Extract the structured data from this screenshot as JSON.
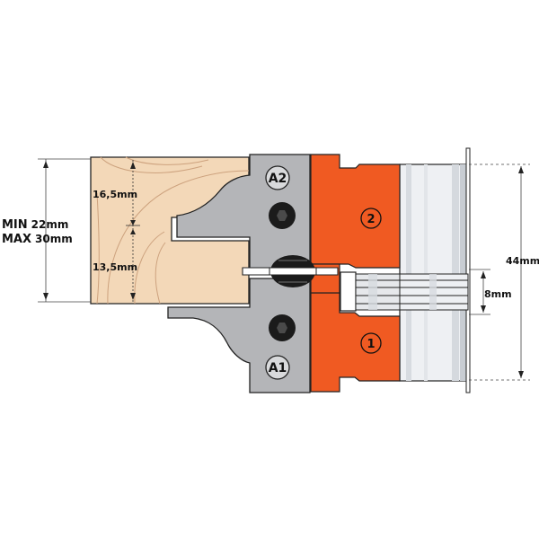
{
  "labels": {
    "dim_upper": "16,5mm",
    "dim_lower": "13,5mm",
    "min_word": "MIN",
    "min_value": "22mm",
    "max_word": "MAX",
    "max_value": "30mm",
    "dim_total": "44mm",
    "dim_groove": "8mm",
    "knife_a2": "A2",
    "knife_a1": "A1",
    "cutter_2": "2",
    "cutter_1": "1"
  },
  "colors": {
    "wood": "#f3d8b8",
    "wood_grain": "#cda27e",
    "knife_grey": "#b4b5b8",
    "cutter_orange": "#f05a22",
    "spindle_light": "#eef0f3",
    "spindle_stripe": "#cfd3d8",
    "screw_black": "#1b1b1b",
    "outline": "#222222"
  },
  "icons": [
    "hex-screw-icon",
    "hex-screw-icon",
    "flat-screw-icon"
  ]
}
